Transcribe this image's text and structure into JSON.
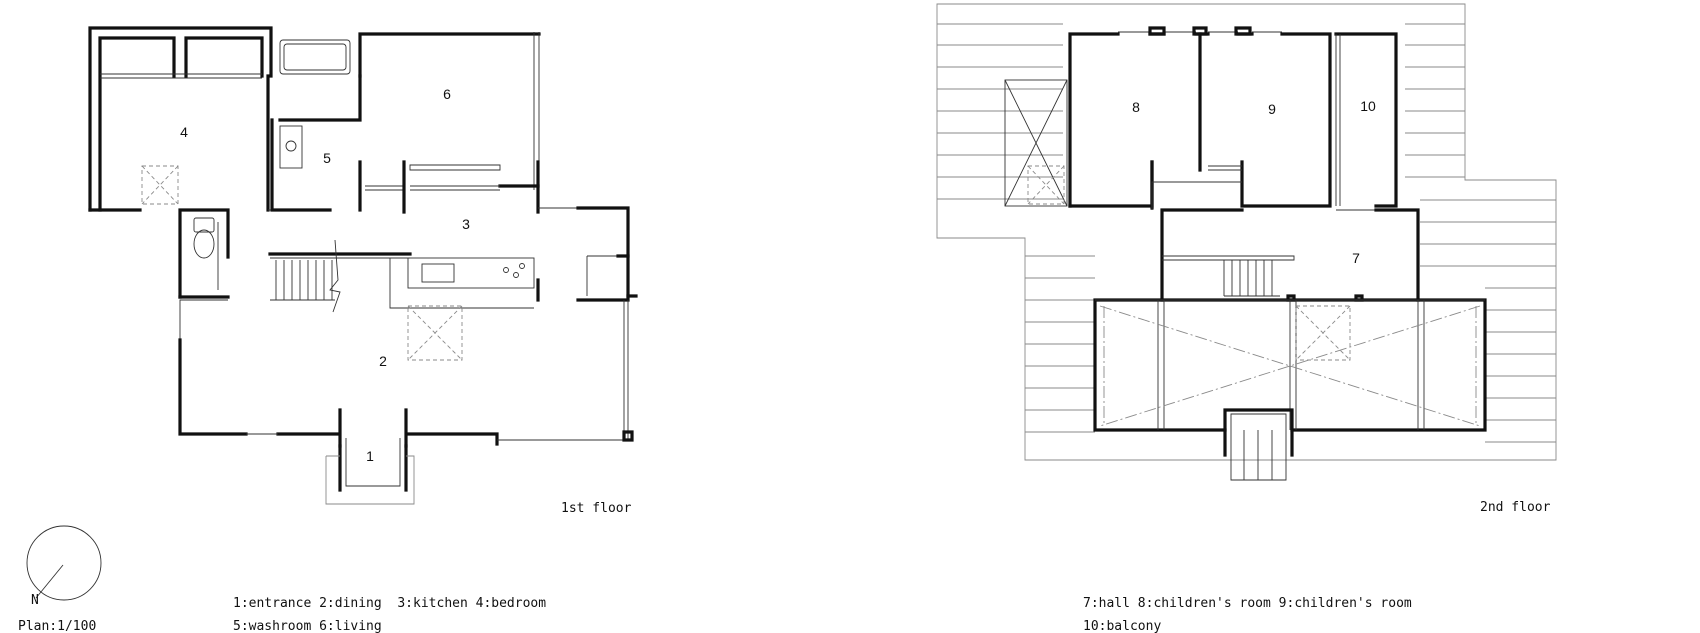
{
  "rooms": {
    "r1": "1",
    "r2": "2",
    "r3": "3",
    "r4": "4",
    "r5": "5",
    "r6": "6",
    "r7": "7",
    "r8": "8",
    "r9": "9",
    "r10": "10"
  },
  "floors": {
    "first": "1st floor",
    "second": "2nd floor"
  },
  "compass": {
    "north": "N"
  },
  "scale": "Plan:1/100",
  "legend": {
    "first_line1": "1:entrance 2:dining  3:kitchen 4:bedroom",
    "first_line2": "5:washroom 6:living",
    "second_line1": "7:hall 8:children's room 9:children's room",
    "second_line2": "10:balcony"
  }
}
